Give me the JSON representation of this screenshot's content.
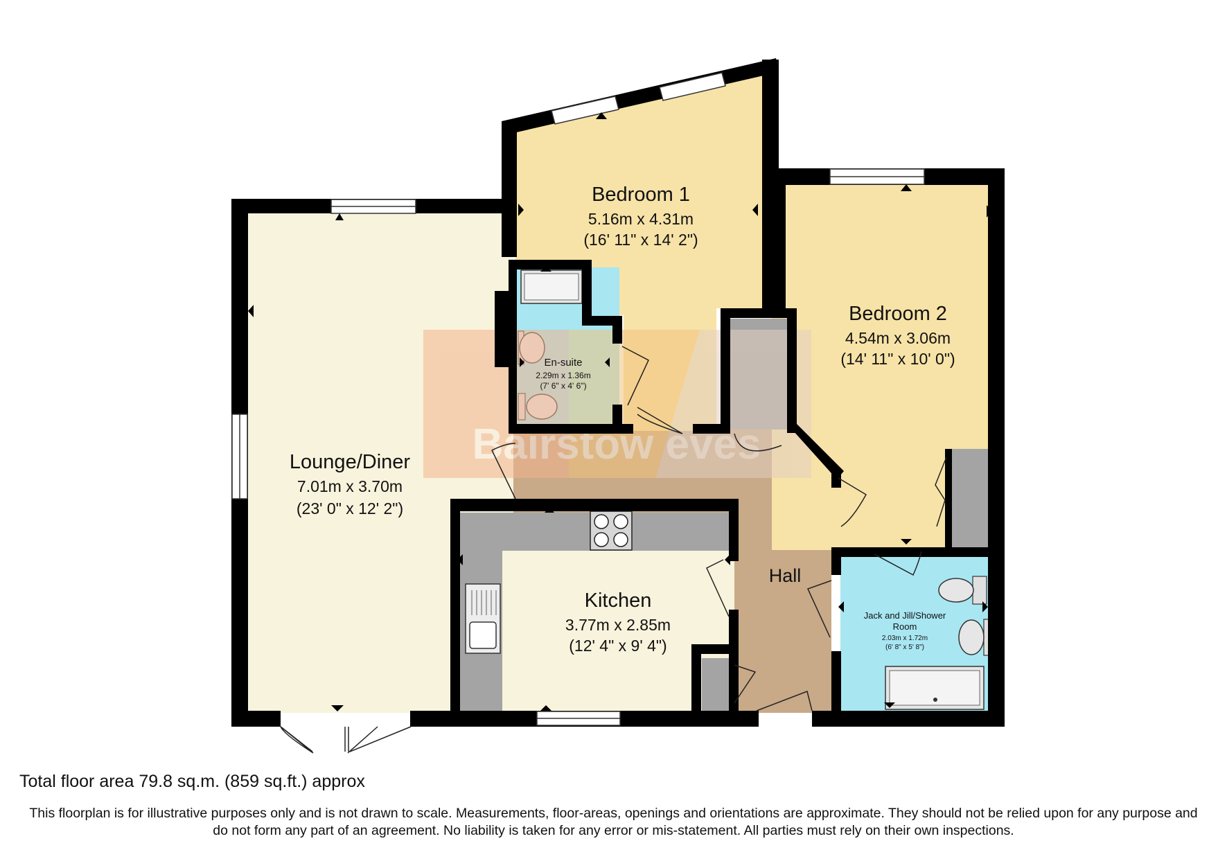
{
  "watermark": "Bairstow eves",
  "rooms": {
    "bedroom1": {
      "name": "Bedroom 1",
      "metric": "5.16m x 4.31m",
      "imperial": "(16' 11\" x 14' 2\")"
    },
    "bedroom2": {
      "name": "Bedroom 2",
      "metric": "4.54m x 3.06m",
      "imperial": "(14' 11\" x 10' 0\")"
    },
    "ensuite": {
      "name": "En-suite",
      "metric": "2.29m x 1.36m",
      "imperial": "(7' 6\" x 4' 6\")"
    },
    "lounge": {
      "name": "Lounge/Diner",
      "metric": "7.01m x 3.70m",
      "imperial": "(23' 0\" x 12' 2\")"
    },
    "kitchen": {
      "name": "Kitchen",
      "metric": "3.77m x 2.85m",
      "imperial": "(12' 4\" x 9' 4\")"
    },
    "hall": {
      "name": "Hall"
    },
    "shower": {
      "name_line1": "Jack and Jill/Shower",
      "name_line2": "Room",
      "metric": "2.03m x 1.72m",
      "imperial": "(6' 8\" x 5' 8\")"
    }
  },
  "colors": {
    "lounge": "#f8f3dc",
    "bedroom": "#f7e3a7",
    "bathroom": "#a8e6f2",
    "hall": "#c8a988",
    "kitchen": "#f8f3dc",
    "wall": "#000000",
    "unit": "#a4a4a4"
  },
  "total_area": "Total floor area 79.8 sq.m. (859 sq.ft.) approx",
  "disclaimer": "This floorplan is for illustrative purposes only and is not drawn to scale. Measurements, floor-areas, openings and orientations are approximate. They should not be relied upon for any purpose and do not form any part of an agreement. No liability is taken for any error or mis-statement. All parties must rely on their own inspections."
}
